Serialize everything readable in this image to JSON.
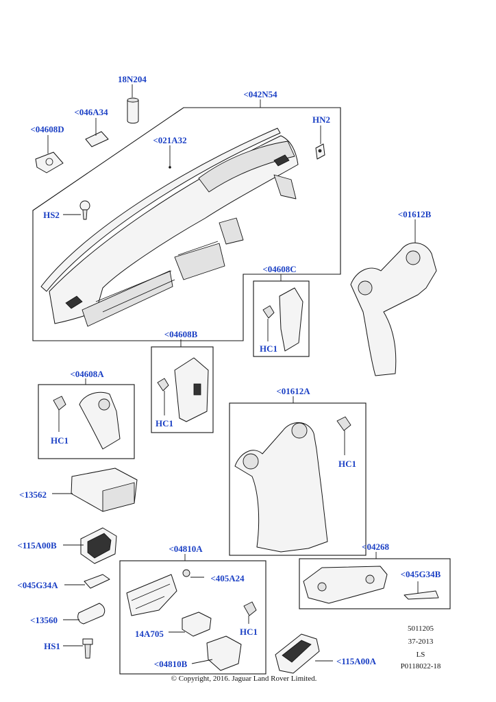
{
  "labels": {
    "p18N204": "18N204",
    "p042N54": "<042N54",
    "p046A34": "<046A34",
    "p04608D": "<04608D",
    "p021A32": "<021A32",
    "pHN2": "HN2",
    "pHS2": "HS2",
    "p01612B": "<01612B",
    "p04608C": "<04608C",
    "pHC1_c": "HC1",
    "p04608B": "<04608B",
    "pHC1_b": "HC1",
    "p04608A": "<04608A",
    "pHC1_a": "HC1",
    "p01612A": "<01612A",
    "pHC1_01612a": "HC1",
    "p13562": "<13562",
    "p115A00B": "<115A00B",
    "p04810A": "<04810A",
    "p405A24": "<405A24",
    "p04268": "<04268",
    "p045G34A": "<045G34A",
    "p045G34B": "<045G34B",
    "p14A705": "14A705",
    "pHC1_04810a": "HC1",
    "p13560": "<13560",
    "pHS1": "HS1",
    "p04810B": "<04810B",
    "p115A00A": "<115A00A"
  },
  "reference": {
    "line1": "5011205",
    "line2": "37-2013",
    "line3": "LS",
    "line4": "P0118022-18"
  },
  "copyright": "© Copyright, 2016. Jaguar Land Rover Limited.",
  "colors": {
    "label": "#1a3fc4",
    "line": "#111111"
  }
}
